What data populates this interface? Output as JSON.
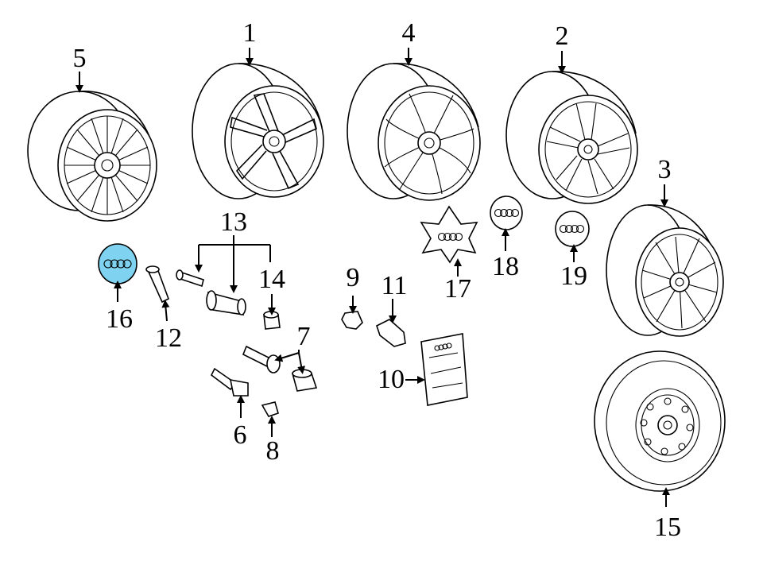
{
  "callouts": [
    {
      "id": "c1",
      "label": "1"
    },
    {
      "id": "c2",
      "label": "2"
    },
    {
      "id": "c3",
      "label": "3"
    },
    {
      "id": "c4",
      "label": "4"
    },
    {
      "id": "c5",
      "label": "5"
    },
    {
      "id": "c6",
      "label": "6"
    },
    {
      "id": "c7",
      "label": "7"
    },
    {
      "id": "c8",
      "label": "8"
    },
    {
      "id": "c9",
      "label": "9"
    },
    {
      "id": "c10",
      "label": "10"
    },
    {
      "id": "c11",
      "label": "11"
    },
    {
      "id": "c12",
      "label": "12"
    },
    {
      "id": "c13",
      "label": "13"
    },
    {
      "id": "c14",
      "label": "14"
    },
    {
      "id": "c15",
      "label": "15"
    },
    {
      "id": "c16",
      "label": "16"
    },
    {
      "id": "c17",
      "label": "17"
    },
    {
      "id": "c18",
      "label": "18"
    },
    {
      "id": "c19",
      "label": "19"
    }
  ],
  "highlighted_part": "16",
  "colors": {
    "highlight": "#7fd3f0",
    "line": "#000000",
    "background": "#ffffff"
  },
  "icons": [
    "audi-rings-icon"
  ]
}
